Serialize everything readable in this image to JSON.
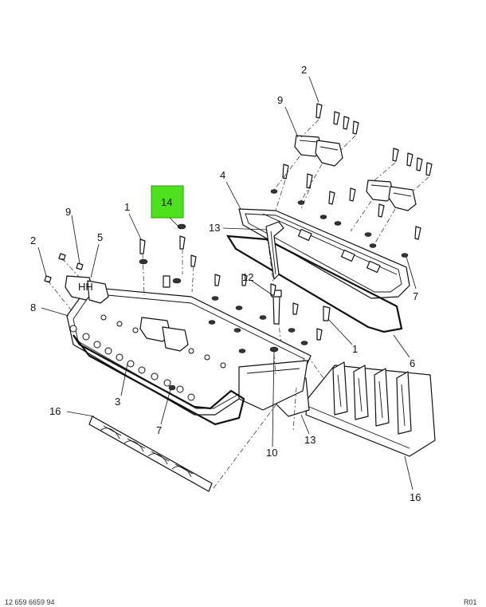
{
  "callouts": {
    "c2_top": "2",
    "c9_top": "9",
    "c4": "4",
    "c13_top": "13",
    "c7_right": "7",
    "c14": "14",
    "c1_left": "1",
    "c9_left": "9",
    "c2_left": "2",
    "c5": "5",
    "c8": "8",
    "c12": "12",
    "c1_right": "1",
    "c6": "6",
    "c3": "3",
    "c7_bottom": "7",
    "c16_left": "16",
    "c10": "10",
    "c13_bottom": "13",
    "c16_right": "16"
  },
  "colors": {
    "highlight": "#4ee21e",
    "line": "#111111"
  },
  "footer": {
    "left": "12 659 6659 94",
    "right": "R01"
  }
}
